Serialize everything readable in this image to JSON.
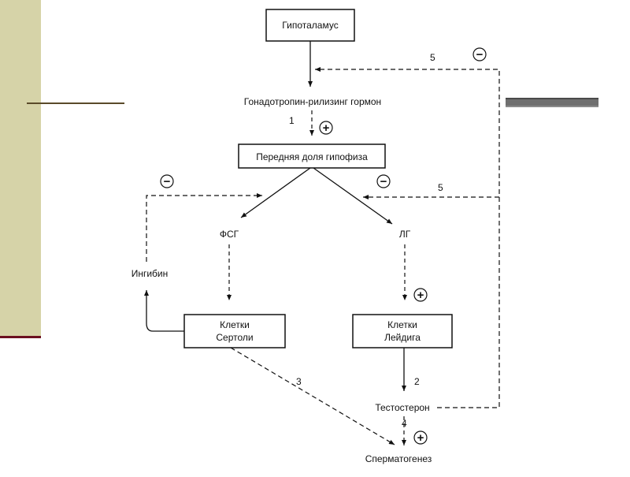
{
  "nodes": {
    "hypothalamus": "Гипоталамус",
    "gnrh": "Гонадотропин-рилизинг гормон",
    "pituitary": "Передняя доля гипофиза",
    "fsh": "ФСГ",
    "lh": "ЛГ",
    "inhibin": "Ингибин",
    "sertoli_line1": "Клетки",
    "sertoli_line2": "Сертоли",
    "leydig_line1": "Клетки",
    "leydig_line2": "Лейдига",
    "testosterone": "Тестостерон",
    "spermatogenesis": "Сперматогенез"
  },
  "labels": {
    "n1": "1",
    "n2": "2",
    "n3": "3",
    "n4": "4",
    "n5_top": "5",
    "n5_mid": "5"
  },
  "signs": {
    "plus": "+",
    "minus": "−"
  },
  "colors": {
    "line": "#111111",
    "panel": "#d6d3a8",
    "panel_rule": "#6b1020"
  }
}
